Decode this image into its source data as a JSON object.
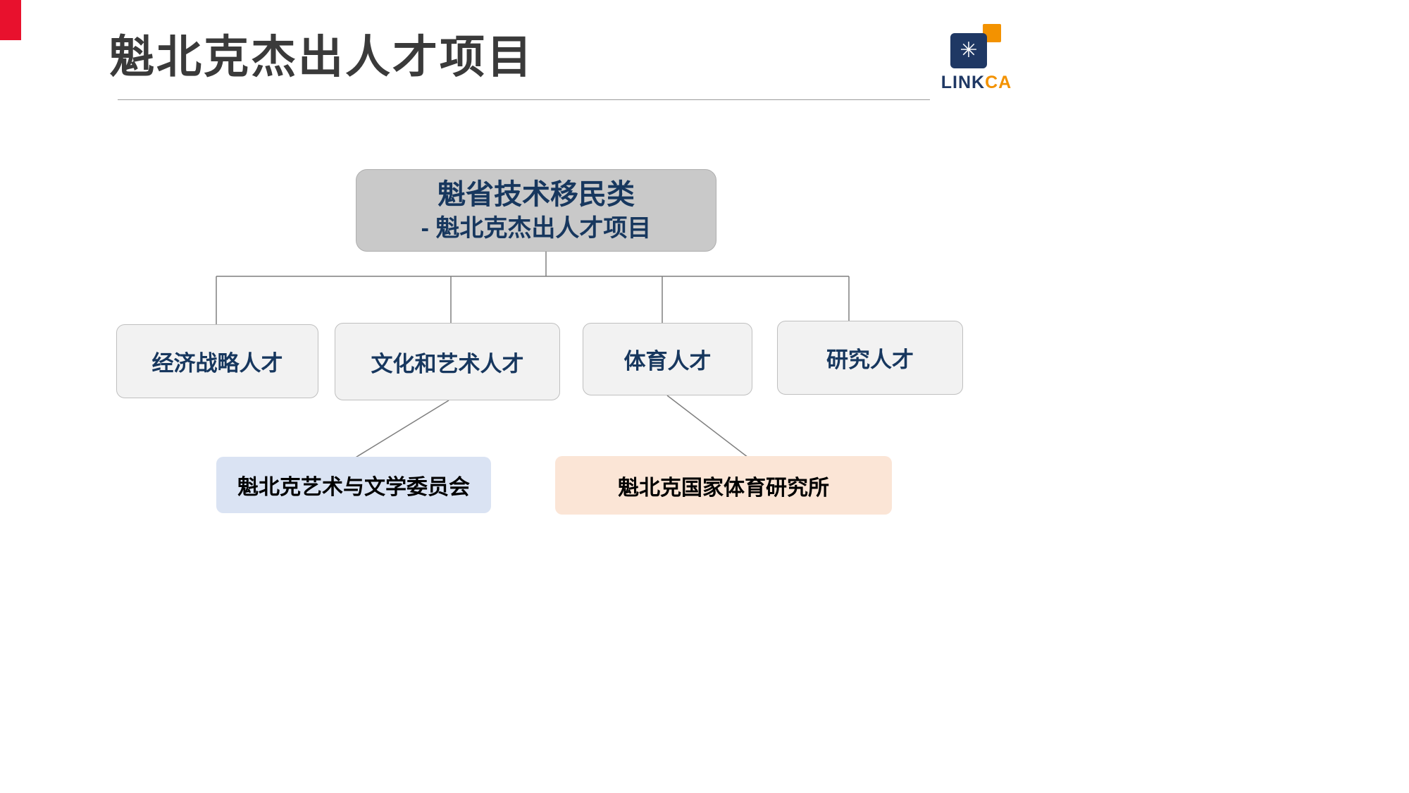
{
  "slide": {
    "title": "魁北克杰出人才项目",
    "accent_bar_color": "#e8112d"
  },
  "logo": {
    "text_primary": "LINK",
    "text_secondary": "CA",
    "spark": "✳",
    "mark_color": "#1f3864",
    "accent_color": "#f39200"
  },
  "org_chart": {
    "root": {
      "line1": "魁省技术移民类",
      "line2": "- 魁北克杰出人才项目",
      "fill": "#c9c9c9",
      "text_color": "#17375e"
    },
    "children": [
      {
        "label": "经济战略人才",
        "fill": "#f2f2f2"
      },
      {
        "label": "文化和艺术人才",
        "fill": "#f2f2f2"
      },
      {
        "label": "体育人才",
        "fill": "#f2f2f2"
      },
      {
        "label": "研究人才",
        "fill": "#f2f2f2"
      }
    ],
    "leaves": [
      {
        "label": "魁北克艺术与文学委员会",
        "fill": "#dae3f3",
        "parent": "文化和艺术人才"
      },
      {
        "label": "魁北克国家体育研究所",
        "fill": "#fbe5d6",
        "parent": "体育人才"
      }
    ]
  }
}
